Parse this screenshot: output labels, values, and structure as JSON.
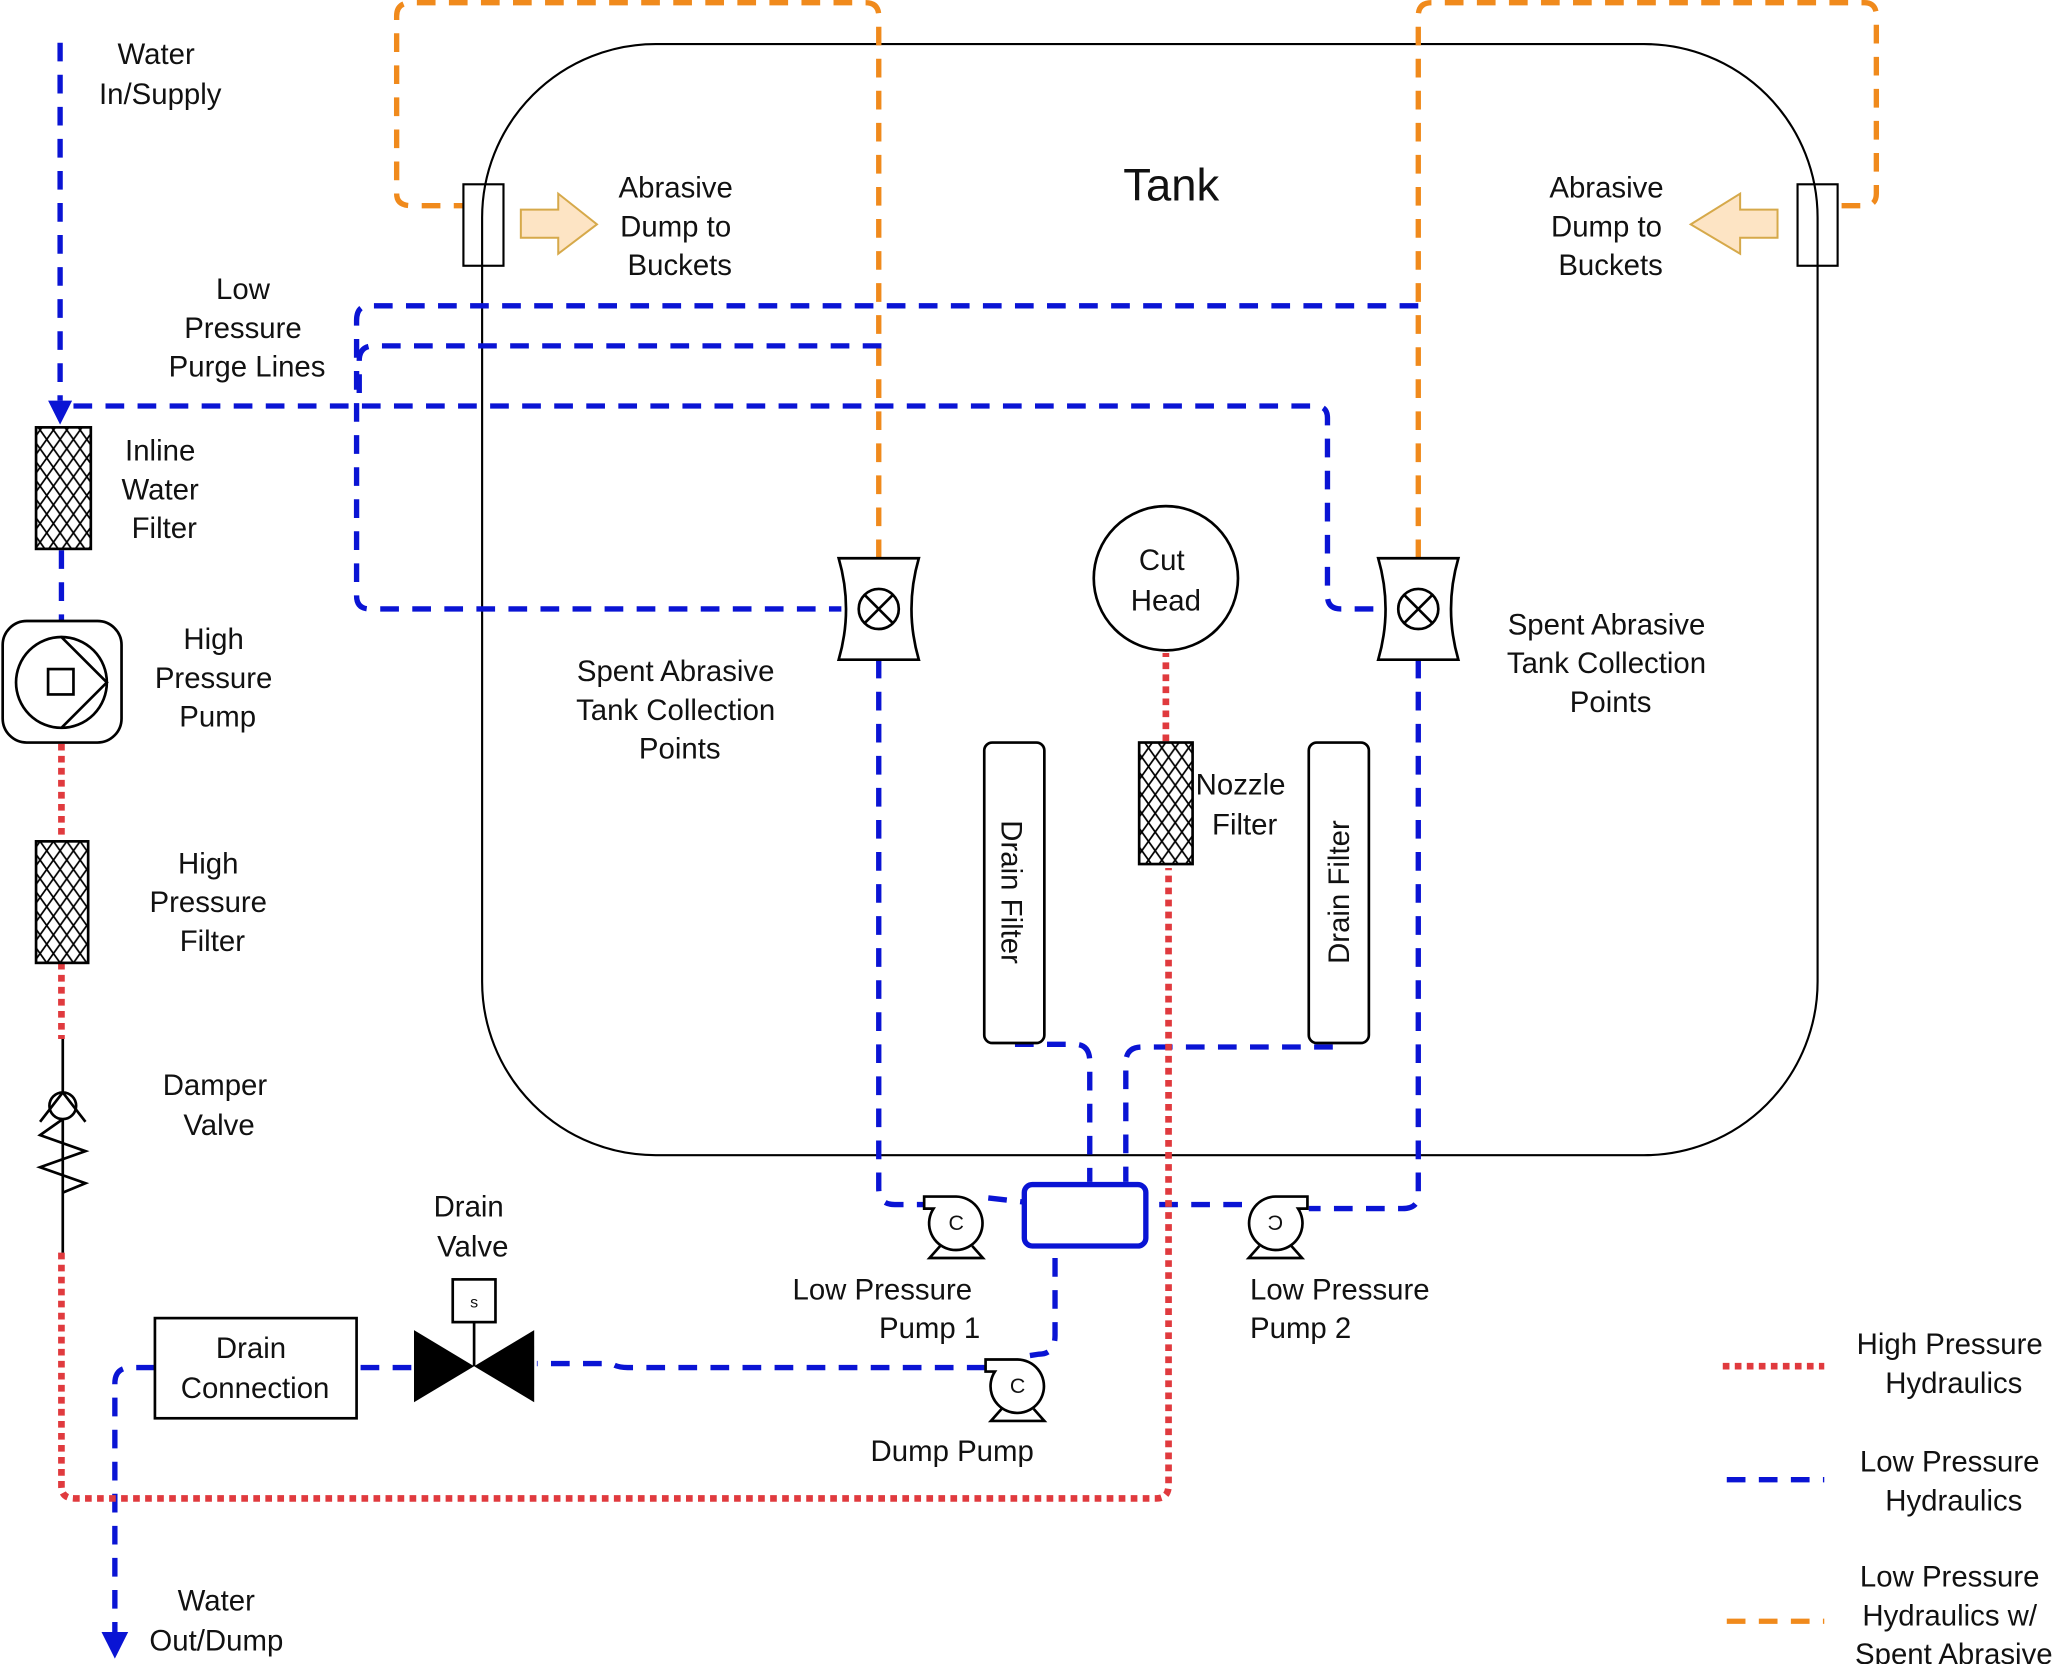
{
  "diagram": {
    "title": "Tank",
    "colors": {
      "high_pressure": "#e03a3e",
      "low_pressure": "#0a14d4",
      "spent_abrasive": "#f08a1c",
      "arrow_fill": "#fde4c4",
      "arrow_stroke": "#d6a94a"
    },
    "labels": {
      "water_in": [
        "Water",
        "In/Supply"
      ],
      "purge_lines": [
        "Low",
        "Pressure",
        "Purge Lines"
      ],
      "inline_filter": [
        "Inline",
        "Water",
        "Filter"
      ],
      "hp_pump": [
        "High",
        "Pressure",
        "Pump"
      ],
      "hp_filter": [
        "High",
        "Pressure",
        "Filter"
      ],
      "damper_valve": [
        "Damper",
        "Valve"
      ],
      "drain_valve": [
        "Drain",
        "Valve"
      ],
      "drain_valve_solenoid": "s",
      "drain_connection": [
        "Drain",
        "Connection"
      ],
      "water_out": [
        "Water",
        "Out/Dump"
      ],
      "abrasive_dump_left": [
        "Abrasive",
        "Dump to",
        "Buckets"
      ],
      "abrasive_dump_right": [
        "Abrasive",
        "Dump to",
        "Buckets"
      ],
      "collection_left": [
        "Spent Abrasive",
        "Tank Collection",
        "Points"
      ],
      "collection_right": [
        "Spent Abrasive",
        "Tank Collection",
        "Points"
      ],
      "cut_head": [
        "Cut",
        "Head"
      ],
      "nozzle_filter": [
        "Nozzle",
        "Filter"
      ],
      "drain_filter_left": "Drain Filter",
      "drain_filter_right": "Drain Filter",
      "lp_pump_1": [
        "Low Pressure",
        "Pump 1"
      ],
      "lp_pump_2": [
        "Low Pressure",
        "Pump 2"
      ],
      "dump_pump": "Dump Pump"
    },
    "legend": [
      {
        "style": "high_pressure",
        "lines": [
          "High Pressure",
          "Hydraulics"
        ]
      },
      {
        "style": "low_pressure",
        "lines": [
          "Low Pressure",
          "Hydraulics"
        ]
      },
      {
        "style": "spent_abrasive",
        "lines": [
          "Low Pressure",
          "Hydraulics w/",
          "Spent Abrasive"
        ]
      }
    ]
  }
}
